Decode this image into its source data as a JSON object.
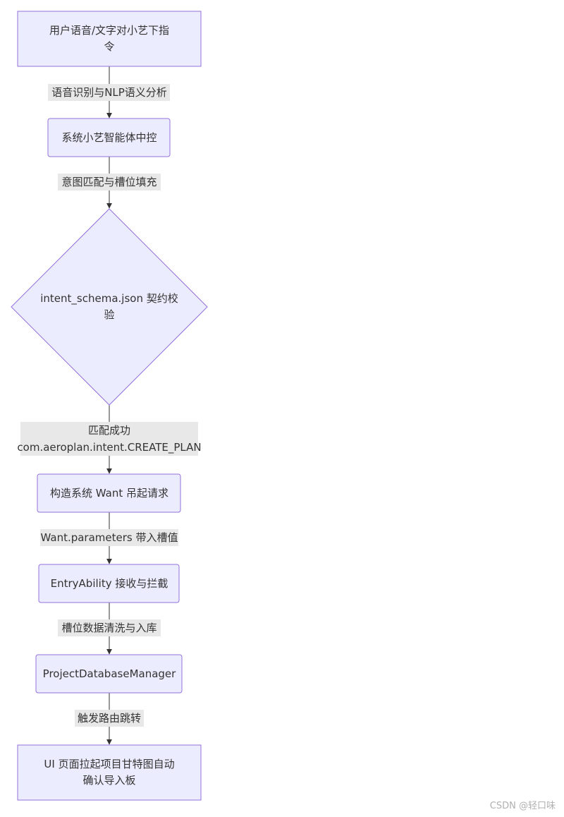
{
  "diagram": {
    "nodes": [
      {
        "id": "n1",
        "lines": [
          "用户语音/文字对小艺下指",
          "令"
        ]
      },
      {
        "id": "n2",
        "lines": [
          "系统小艺智能体中控"
        ]
      },
      {
        "id": "n3",
        "lines": [
          "intent_schema.json 契约校",
          "验"
        ]
      },
      {
        "id": "n4",
        "lines": [
          "构造系统 Want 吊起请求"
        ]
      },
      {
        "id": "n5",
        "lines": [
          "EntryAbility 接收与拦截"
        ]
      },
      {
        "id": "n6",
        "lines": [
          "ProjectDatabaseManager"
        ]
      },
      {
        "id": "n7",
        "lines": [
          "UI 页面拉起项目甘特图自动",
          "确认导入板"
        ]
      }
    ],
    "edges": [
      {
        "from": "n1",
        "to": "n2",
        "lines": [
          "语音识别与NLP语义分析"
        ]
      },
      {
        "from": "n2",
        "to": "n3",
        "lines": [
          "意图匹配与槽位填充"
        ]
      },
      {
        "from": "n3",
        "to": "n4",
        "lines": [
          "匹配成功",
          "com.aeroplan.intent.CREATE_PLAN"
        ]
      },
      {
        "from": "n4",
        "to": "n5",
        "lines": [
          "Want.parameters 带入槽值"
        ]
      },
      {
        "from": "n5",
        "to": "n6",
        "lines": [
          "槽位数据清洗与入库"
        ]
      },
      {
        "from": "n6",
        "to": "n7",
        "lines": [
          "触发路由跳转"
        ]
      }
    ]
  },
  "watermark": "CSDN @轻口味"
}
